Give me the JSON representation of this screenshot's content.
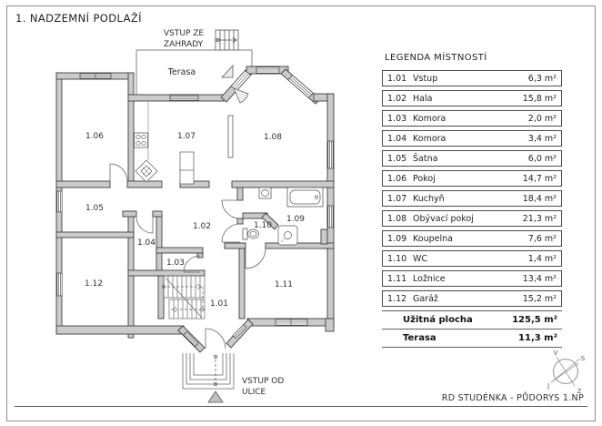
{
  "title": "1. NADZEMNÍ PODLAŽÍ",
  "plan": {
    "rooms": {
      "r101": "1.01",
      "r102": "1.02",
      "r103": "1.03",
      "r104": "1.04",
      "r105": "1.05",
      "r106": "1.06",
      "r107": "1.07",
      "r108": "1.08",
      "r109": "1.09",
      "r110": "1.10",
      "r111": "1.11",
      "r112": "1.12"
    },
    "terrace_label": "Terasa",
    "garden_entry": {
      "line1": "VSTUP ZE",
      "line2": "ZAHRADY"
    },
    "street_entry": {
      "line1": "VSTUP OD",
      "line2": "ULICE"
    }
  },
  "legend": {
    "title": "LEGENDA MÍSTNOSTÍ",
    "rows": [
      {
        "id": "1.01",
        "name": "Vstup",
        "area": "6,3 m²"
      },
      {
        "id": "1.02",
        "name": "Hala",
        "area": "15,8 m²"
      },
      {
        "id": "1.03",
        "name": "Komora",
        "area": "2,0 m²"
      },
      {
        "id": "1.04",
        "name": "Komora",
        "area": "3,4 m²"
      },
      {
        "id": "1.05",
        "name": "Šatna",
        "area": "6,0 m²"
      },
      {
        "id": "1.06",
        "name": "Pokoj",
        "area": "14,7 m²"
      },
      {
        "id": "1.07",
        "name": "Kuchyň",
        "area": "18,4 m²"
      },
      {
        "id": "1.08",
        "name": "Obývací pokoj",
        "area": "21,3 m²"
      },
      {
        "id": "1.09",
        "name": "Koupelna",
        "area": "7,6 m²"
      },
      {
        "id": "1.10",
        "name": "WC",
        "area": "1,4 m²"
      },
      {
        "id": "1.11",
        "name": "Ložnice",
        "area": "13,4 m²"
      },
      {
        "id": "1.12",
        "name": "Garáž",
        "area": "15,2 m²"
      }
    ],
    "totals": [
      {
        "label": "Užitná plocha",
        "value": "125,5 m²"
      },
      {
        "label": "Terasa",
        "value": "11,3 m²"
      }
    ]
  },
  "compass": {
    "top": "V",
    "right": "S",
    "left": "J",
    "bottom": "Z"
  },
  "footer": {
    "text": "RD STUDÉNKA - PŮDORYS 1.NP"
  },
  "colors": {
    "wall_fill": "#cacaca",
    "wall_stroke": "#3f3f3f",
    "thin_line": "#666666",
    "frame": "#8e8e8e"
  }
}
